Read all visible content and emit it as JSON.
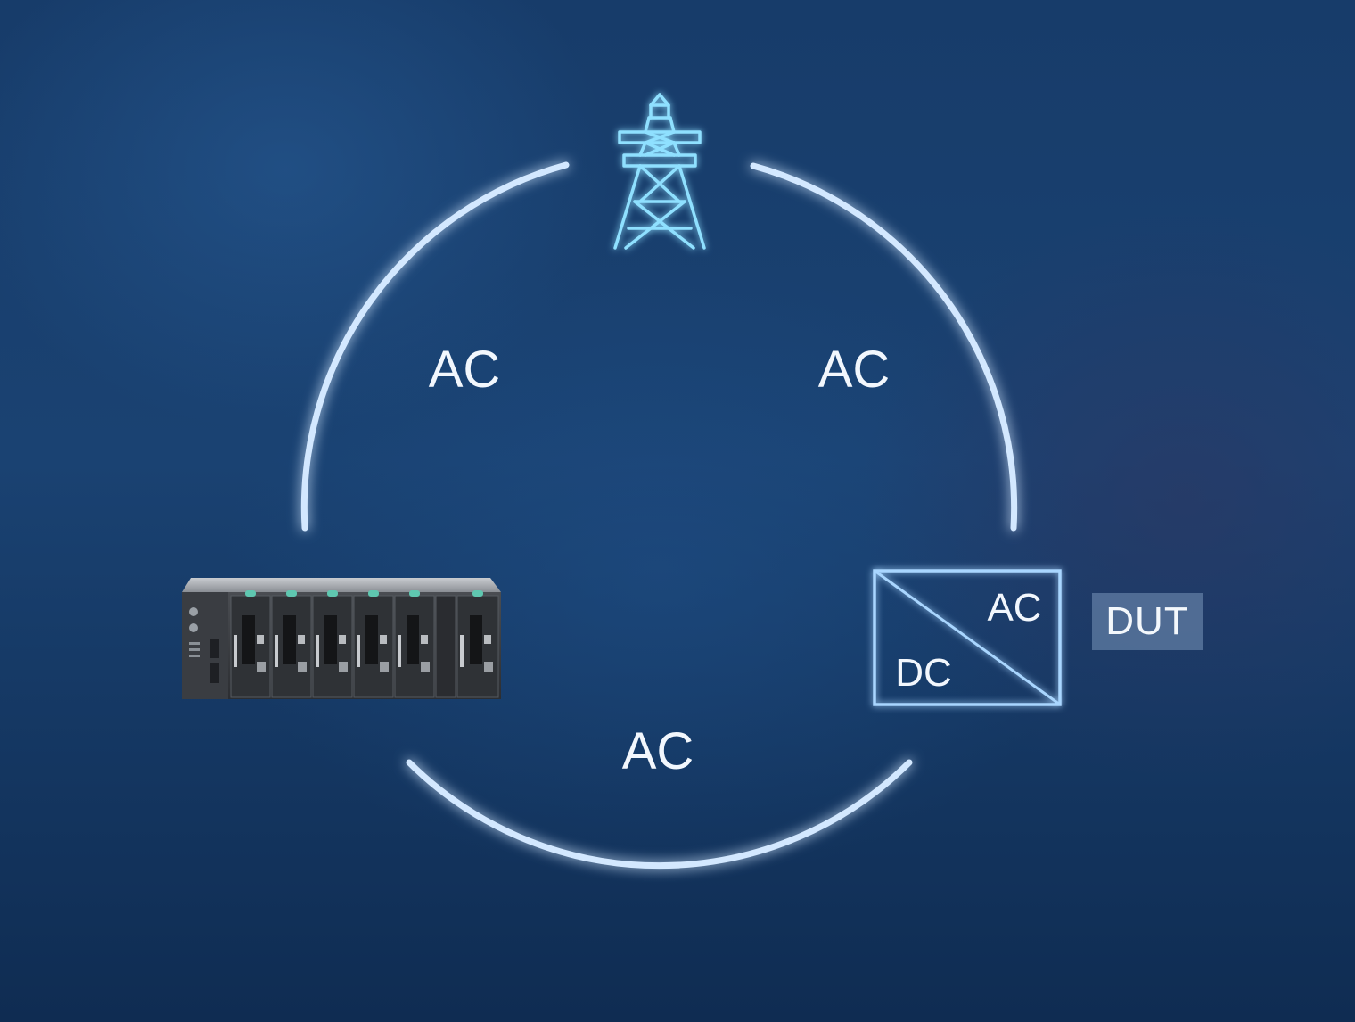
{
  "labels": {
    "ac_left": "AC",
    "ac_right": "AC",
    "ac_bottom": "AC",
    "converter_ac": "AC",
    "converter_dc": "DC",
    "dut": "DUT"
  },
  "icons": {
    "top": "transmission-tower-icon",
    "left": "power-rack-cabinet",
    "right": "dc-ac-inverter-icon"
  },
  "colors": {
    "background": "#173a68",
    "ring": "#cfe6ff",
    "glow": "#4ea8ff",
    "tower": "#8fe0ff",
    "text": "#f2f7fd",
    "dut_badge": "#6f8fb4"
  }
}
